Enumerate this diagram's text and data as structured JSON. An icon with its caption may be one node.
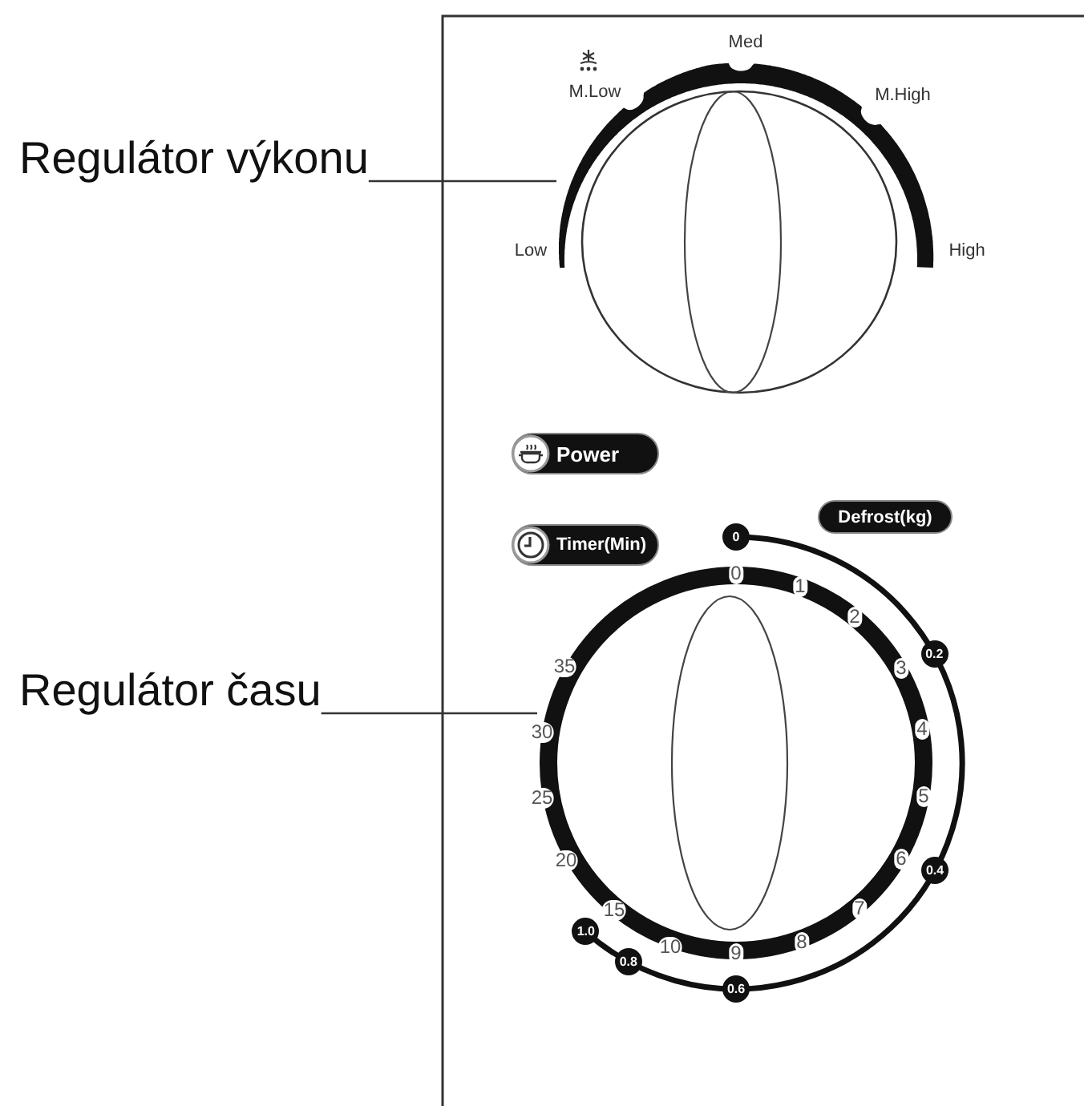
{
  "diagram": {
    "nodes": [
      {
        "text": [
          "Regulátor výkonu"
        ]
      },
      {
        "text": [],
        "shape": "circle"
      },
      {
        "text": [
          "Power"
        ]
      },
      {
        "text": [
          "Timer(Min)"
        ]
      },
      {
        "text": [
          "Defrost(kg)"
        ]
      },
      {
        "text": [
          "Regulátor času"
        ]
      },
      {
        "text": [],
        "shape": "circle"
      }
    ],
    "edges": [
      {
        "from": 0,
        "to": 1,
        "arrow": "none"
      },
      {
        "from": 5,
        "to": 6,
        "arrow": "none"
      }
    ],
    "labels": [
      "Med",
      "M.Low",
      "M.High",
      "Low",
      "High",
      "0",
      "1",
      "2",
      "3",
      "4",
      "5",
      "6",
      "7",
      "8",
      "9",
      "10",
      "15",
      "20",
      "25",
      "30",
      "35",
      "0",
      "0.2",
      "0.4",
      "0.6",
      "0.8",
      "1.0"
    ]
  }
}
